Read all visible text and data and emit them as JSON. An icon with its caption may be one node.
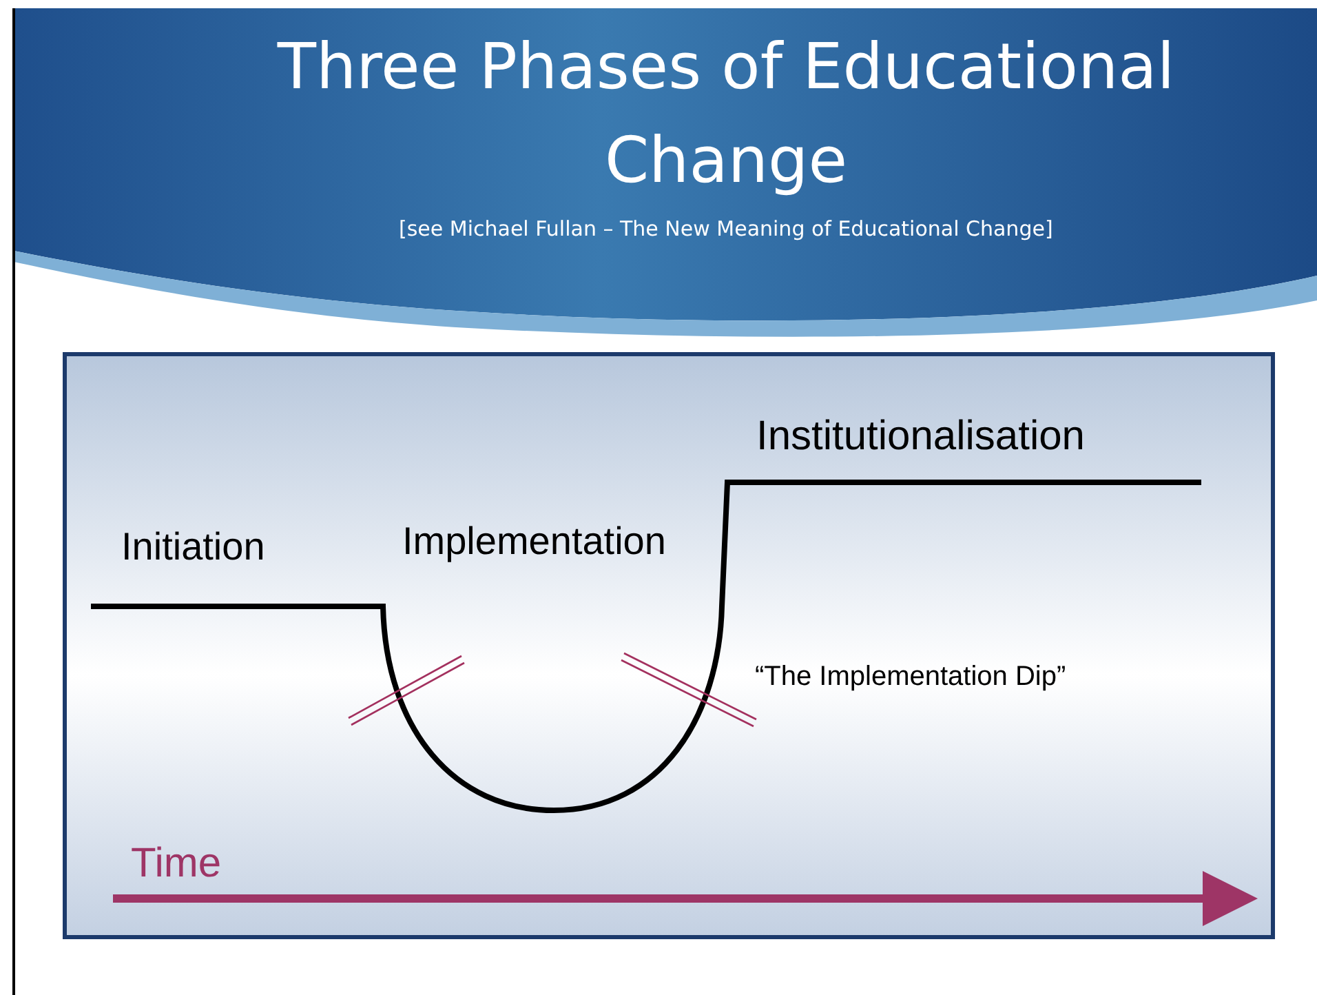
{
  "diagram": {
    "title": "Three Phases of Educational Change",
    "labels": [
      "[see Michael Fullan – The New Meaning of Educational Change]",
      "Institutionalisation",
      "Initiation",
      "Implementation",
      "“The Implementation Dip”",
      "Time"
    ]
  }
}
